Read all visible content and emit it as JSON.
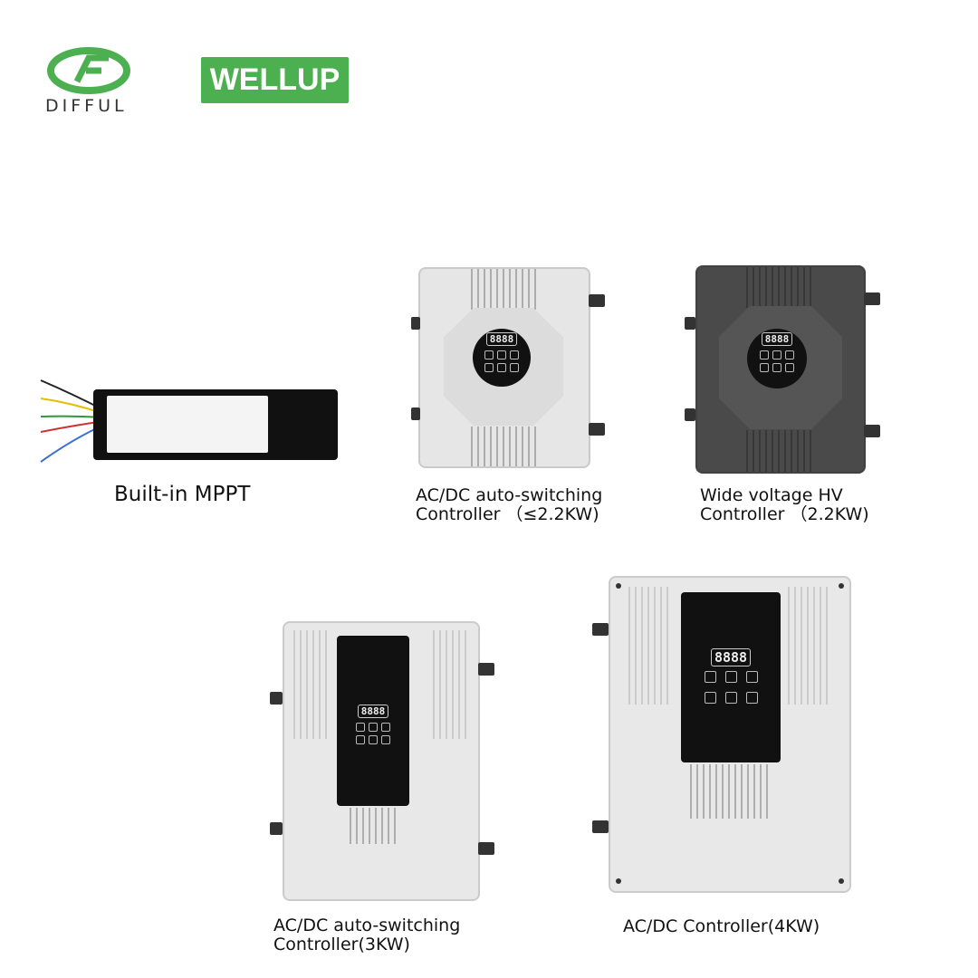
{
  "logos": {
    "difful": "DIFFUL",
    "wellup": "WELLUP"
  },
  "products": [
    {
      "name": "Built-in MPPT"
    },
    {
      "name": "AC/DC auto-switching\nController （≤2.2KW)"
    },
    {
      "name": "Wide voltage HV\nController （2.2KW)"
    },
    {
      "name": "AC/DC auto-switching\nController(3KW)"
    },
    {
      "name": "AC/DC Controller(4KW)"
    }
  ],
  "display_digits": "8888",
  "colors": {
    "brand_green": "#4caf50",
    "light_body": "#e6e6e6",
    "dark_body": "#4a4a4a"
  }
}
